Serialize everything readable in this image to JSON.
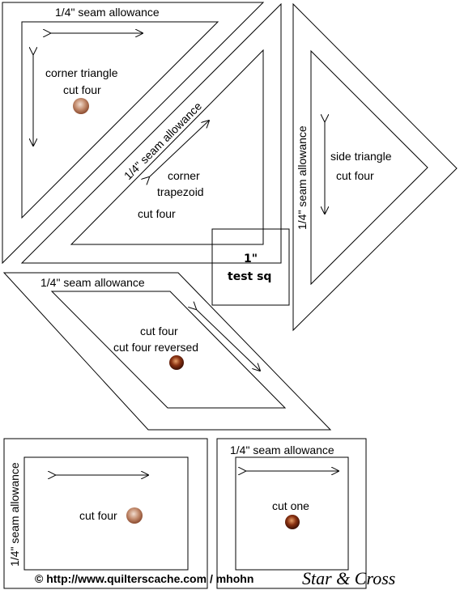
{
  "labels": {
    "seam_allowance": "1/4\" seam allowance"
  },
  "pieces": {
    "corner_triangle": {
      "name": "corner triangle",
      "cut": "cut four"
    },
    "corner_trapezoid": {
      "name_line1": "corner",
      "name_line2": "trapezoid",
      "cut": "cut four"
    },
    "side_triangle": {
      "name": "side triangle",
      "cut": "cut four"
    },
    "test_square": {
      "line1": "1\"",
      "line2": "test sq"
    },
    "parallelogram": {
      "cut": "cut four",
      "cut_reversed": "cut four reversed"
    },
    "rectangle": {
      "cut": "cut four"
    },
    "center_square": {
      "cut": "cut one"
    }
  },
  "footer": {
    "credit": "© http://www.quilterscache.com / mhohn",
    "title": "Star & Cross"
  },
  "colors": {
    "swatch_light": "#c9a089",
    "swatch_dark": "#7a2a12"
  }
}
